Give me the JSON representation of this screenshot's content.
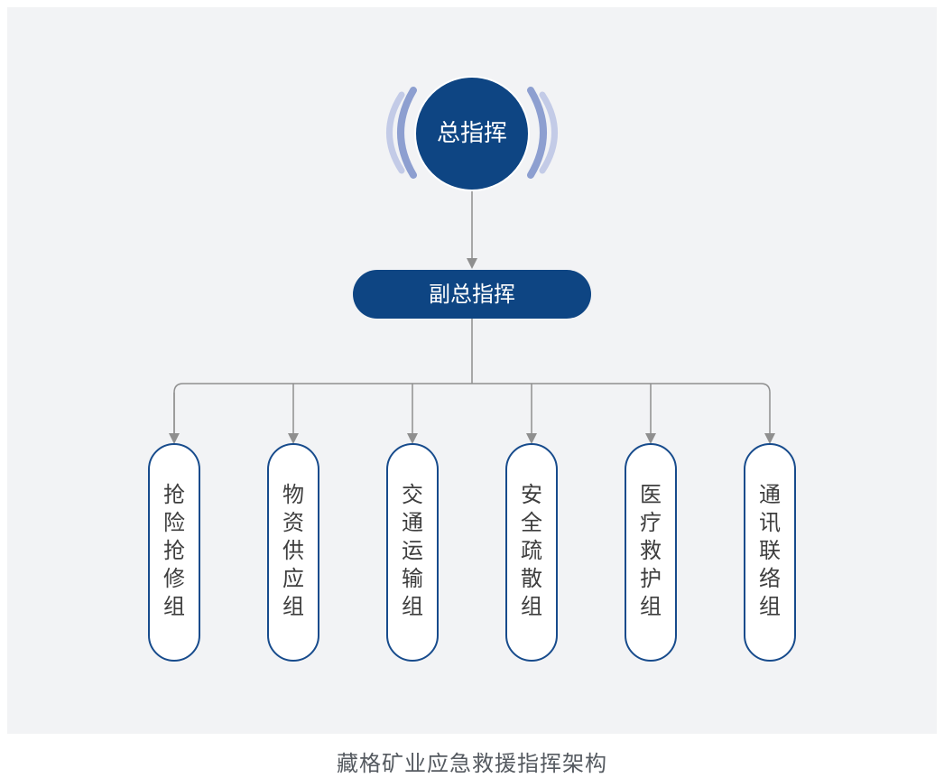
{
  "diagram": {
    "top": "总指挥",
    "deputy": "副总指挥",
    "groups": [
      {
        "label": "抢险抢修组"
      },
      {
        "label": "物资供应组"
      },
      {
        "label": "交通运输组"
      },
      {
        "label": "安全疏散组"
      },
      {
        "label": "医疗救护组"
      },
      {
        "label": "通讯联络组"
      }
    ]
  },
  "caption": "藏格矿业应急救援指挥架构",
  "colors": {
    "primary": "#0e4583",
    "ring_inner": "#8d9fd0",
    "ring_outer": "#c3cbe7",
    "connector": "#8f8f8f",
    "group_border": "#174b8c",
    "panel": "#f2f3f5"
  }
}
